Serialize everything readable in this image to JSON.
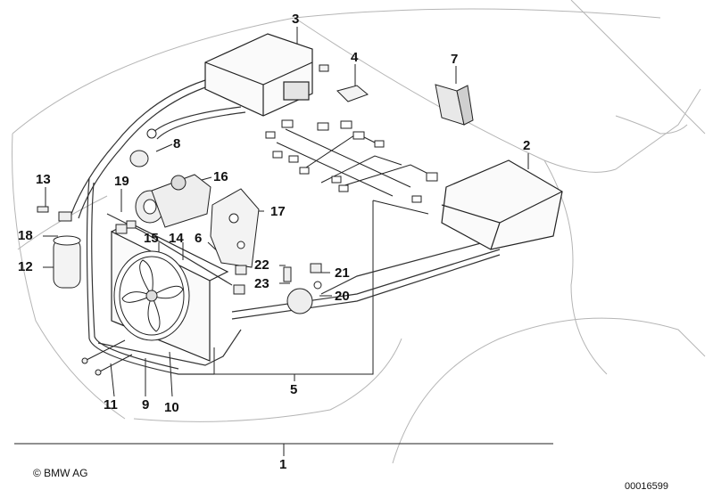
{
  "callouts": {
    "c1": "1",
    "c2": "2",
    "c3": "3",
    "c4": "4",
    "c5": "5",
    "c6": "6",
    "c7": "7",
    "c8": "8",
    "c9": "9",
    "c10": "10",
    "c11": "11",
    "c12": "12",
    "c13": "13",
    "c14": "14",
    "c15": "15",
    "c16": "16",
    "c17": "17",
    "c18": "18",
    "c19": "19",
    "c20": "20",
    "c21": "21",
    "c22": "22",
    "c23": "23"
  },
  "footer": {
    "copyright": "© BMW AG",
    "image_number": "00016599"
  }
}
